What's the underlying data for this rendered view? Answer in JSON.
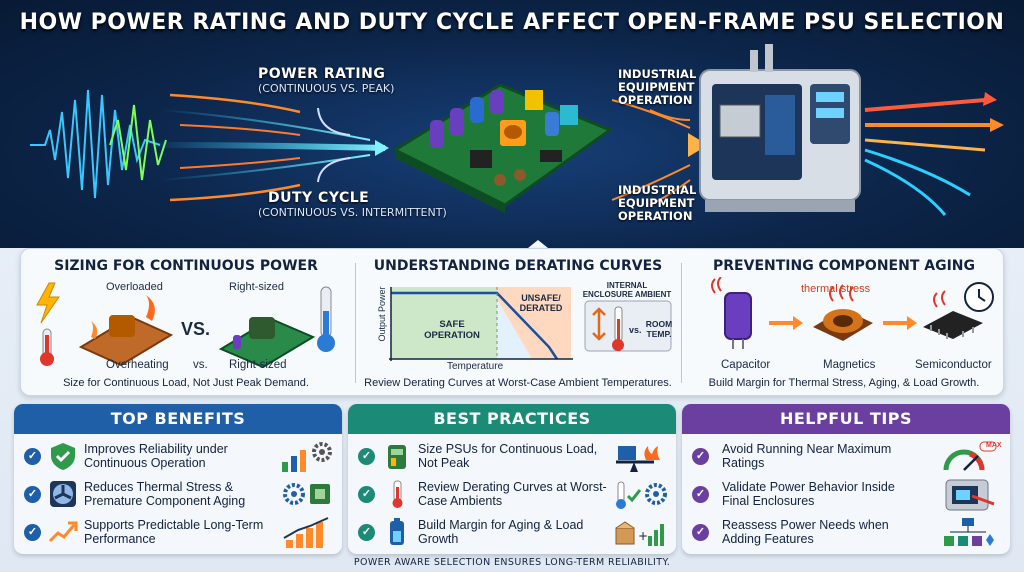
{
  "title": "HOW POWER RATING AND DUTY CYCLE AFFECT OPEN-FRAME PSU SELECTION",
  "hero": {
    "power_rating": "POWER RATING",
    "power_rating_sub": "(CONTINUOUS VS. PEAK)",
    "duty_cycle": "DUTY CYCLE",
    "duty_cycle_sub": "(CONTINUOUS VS. INTERMITTENT)",
    "industrial_top": [
      "INDUSTRIAL",
      "EQUIPMENT",
      "OPERATION"
    ],
    "industrial_bottom": [
      "INDUSTRIAL",
      "EQUIPMENT",
      "OPERATION"
    ]
  },
  "sections": {
    "sizing": {
      "title": "SIZING FOR CONTINUOUS POWER",
      "overloaded": "Overloaded",
      "vs": "VS.",
      "right_sized_top": "Right-sized",
      "overheating": "Overheating",
      "vs_small": "vs.",
      "right_sized_bottom": "Right-sized",
      "caption": "Size for Continuous Load, Not Just Peak Demand."
    },
    "derating": {
      "title": "UNDERSTANDING DERATING CURVES",
      "y_axis": "Output Power",
      "x_axis": "Temperature",
      "safe": "SAFE OPERATION",
      "unsafe": "UNSAFE/ DERATED",
      "internal": "INTERNAL ENCLOSURE AMBIENT",
      "vs": "vs.",
      "room": "ROOM TEMP.",
      "caption": "Review Derating Curves at Worst-Case Ambient Temperatures."
    },
    "aging": {
      "title": "PREVENTING COMPONENT AGING",
      "thermal": "thermal stress",
      "capacitor": "Capacitor",
      "magnetics": "Magnetics",
      "semiconductor": "Semiconductor",
      "caption": "Build Margin for Thermal Stress, Aging, & Load Growth."
    }
  },
  "cards": {
    "benefits": {
      "title": "TOP BENEFITS",
      "color": "#1f5fa8",
      "items": [
        "Improves Reliability under Continuous Operation",
        "Reduces Thermal Stress & Premature Component Aging",
        "Supports Predictable Long-Term Performance"
      ]
    },
    "practices": {
      "title": "BEST PRACTICES",
      "color": "#1b8a77",
      "items": [
        "Size PSUs for Continuous Load, Not Peak",
        "Review Derating Curves at Worst-Case Ambients",
        "Build Margin for Aging & Load Growth"
      ]
    },
    "tips": {
      "title": "HELPFUL TIPS",
      "color": "#6a3fa0",
      "max_label": "MAX",
      "items": [
        "Avoid Running Near Maximum Ratings",
        "Validate Power Behavior Inside Final Enclosures",
        "Reassess Power Needs when Adding Features"
      ]
    }
  },
  "footer": "POWER AWARE SELECTION ENSURES LONG-TERM RELIABILITY.",
  "icons": [
    "signal-waveform-icon",
    "pcb-board-icon",
    "industrial-machine-icon",
    "lightning-icon",
    "thermometer-icon",
    "capacitor-icon",
    "inductor-icon",
    "chip-icon",
    "clock-icon",
    "shield-check-icon",
    "fan-icon",
    "trend-up-icon",
    "balance-scale-icon",
    "gear-icon",
    "box-icon",
    "gauge-icon",
    "enclosure-icon",
    "network-blocks-icon"
  ]
}
